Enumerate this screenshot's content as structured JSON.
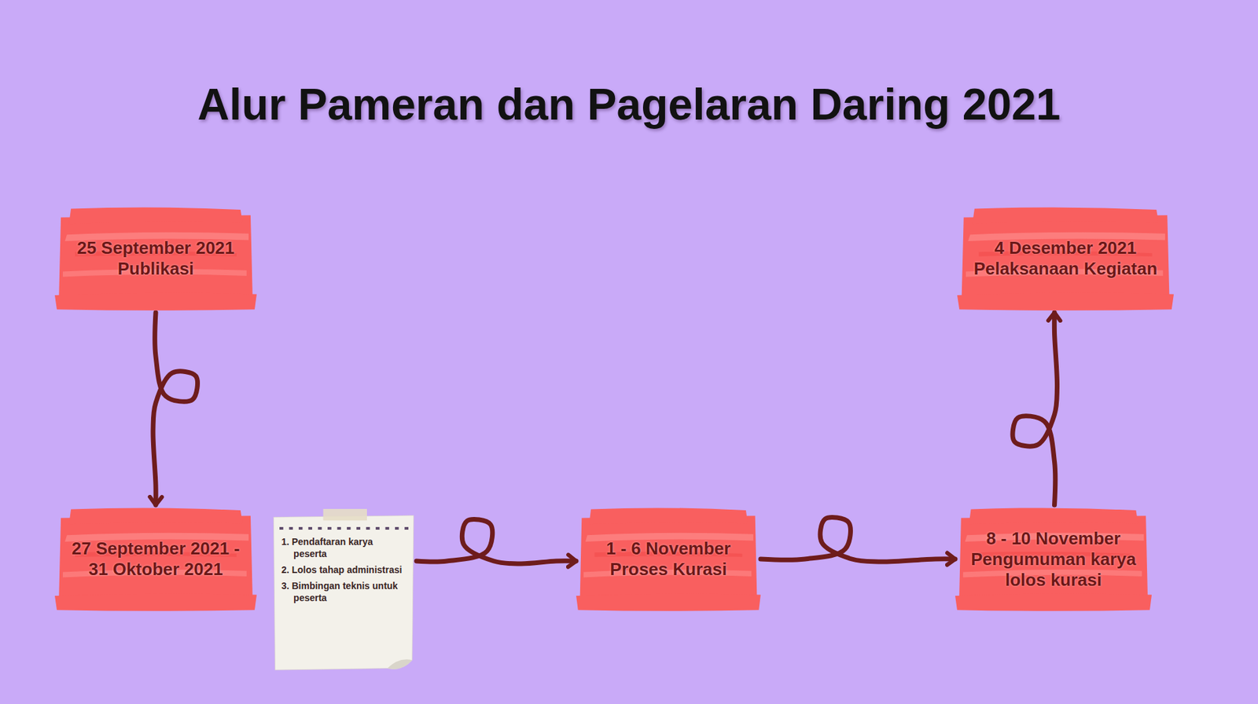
{
  "diagram": {
    "title": "Alur Pameran dan Pagelaran Daring 2021",
    "nodes": [
      {
        "text": [
          "25 September 2021 Publikasi"
        ]
      },
      {
        "text": [
          "27 September 2021 - 31 Oktober 2021"
        ]
      },
      {
        "text": [
          "1. Pendaftaran karya peserta",
          "2. Lolos tahap administrasi",
          "3. Bimbingan teknis untuk peserta"
        ]
      },
      {
        "text": [
          "1 - 6 November Proses Kurasi"
        ]
      },
      {
        "text": [
          "8 - 10 November Pengumuman karya lolos kurasi"
        ]
      },
      {
        "text": [
          "4 Desember 2021 Pelaksanaan Kegiatan"
        ]
      }
    ],
    "edges": [
      {
        "from": 0,
        "to": 1,
        "arrow": "to"
      },
      {
        "from": 2,
        "to": 3,
        "arrow": "to"
      },
      {
        "from": 3,
        "to": 4,
        "arrow": "to"
      },
      {
        "from": 4,
        "to": 5,
        "arrow": "to"
      }
    ]
  }
}
